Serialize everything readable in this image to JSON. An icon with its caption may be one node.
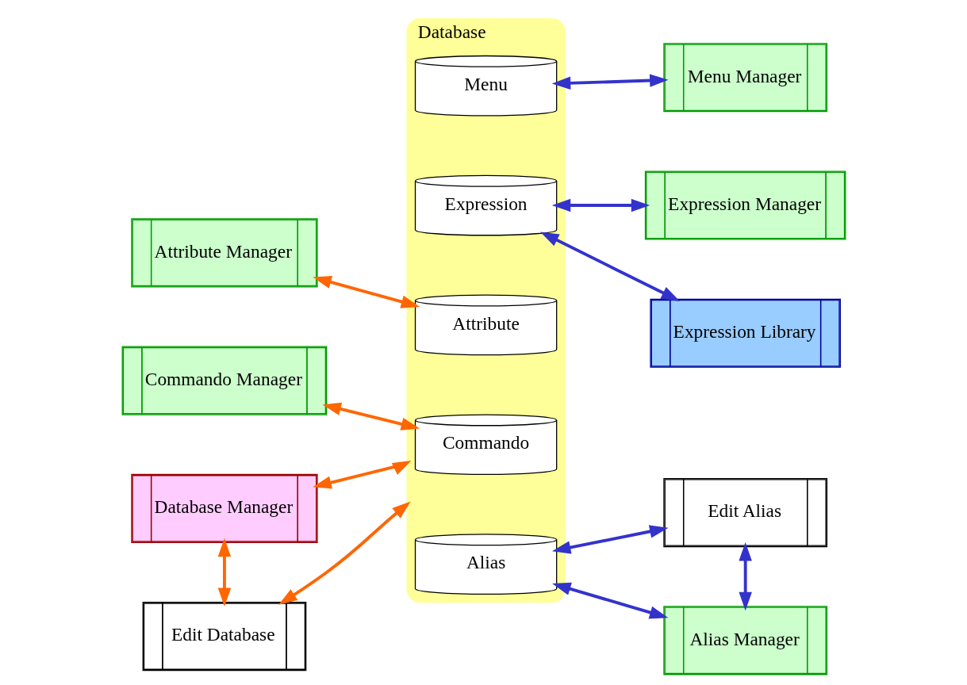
{
  "diagram": {
    "nodes": [
      {
        "text": [
          "Database"
        ]
      },
      {
        "text": [
          "Alias"
        ],
        "in": 0
      },
      {
        "text": [
          "Attribute"
        ],
        "in": 0
      },
      {
        "text": [
          "Commando"
        ],
        "in": 0
      },
      {
        "text": [
          "Expression"
        ],
        "in": 0
      },
      {
        "text": [
          "Menu"
        ],
        "in": 0
      },
      {
        "text": [
          "Attribute Manager"
        ]
      },
      {
        "text": [
          "Commando Manager"
        ]
      },
      {
        "text": [
          "Database Manager"
        ]
      },
      {
        "text": [
          "Edit Database"
        ]
      },
      {
        "text": [
          "Edit Alias"
        ]
      },
      {
        "text": [
          "Alias Manager"
        ]
      },
      {
        "text": [
          "Expression Manager"
        ]
      },
      {
        "text": [
          "Expression Library"
        ]
      },
      {
        "text": [
          "Menu Manager"
        ]
      }
    ],
    "edges": [
      {
        "from": 6,
        "to": 2,
        "arrow": "both",
        "color": "#ff6600"
      },
      {
        "from": 7,
        "to": 3,
        "arrow": "both",
        "color": "#ff6600"
      },
      {
        "from": 8,
        "to": 0,
        "arrow": "both",
        "color": "#ff6600"
      },
      {
        "from": 8,
        "to": 9,
        "arrow": "both",
        "color": "#ff6600"
      },
      {
        "from": 9,
        "to": 0,
        "arrow": "both",
        "color": "#ff6600"
      },
      {
        "from": 1,
        "to": 10,
        "arrow": "both"
      },
      {
        "from": 10,
        "to": 11,
        "arrow": "both"
      },
      {
        "from": 1,
        "to": 11,
        "arrow": "both"
      },
      {
        "from": 4,
        "to": 12,
        "arrow": "both"
      },
      {
        "from": 4,
        "to": 13,
        "arrow": "both"
      },
      {
        "from": 5,
        "to": 14,
        "arrow": "both"
      }
    ]
  }
}
